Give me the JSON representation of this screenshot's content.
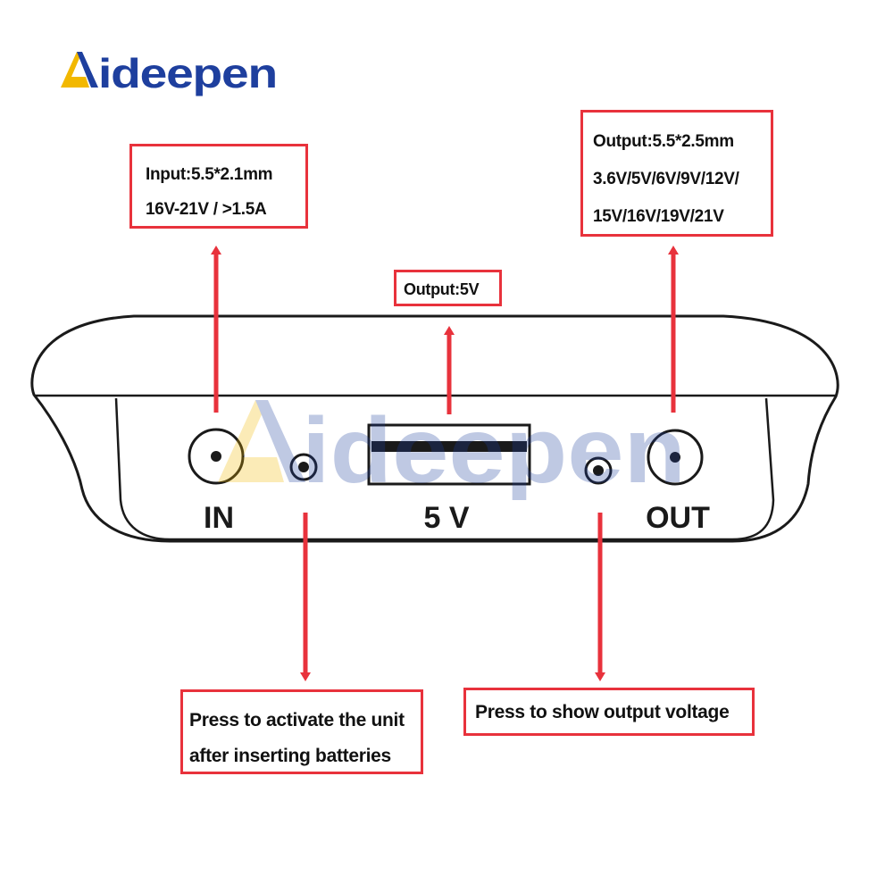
{
  "brand": {
    "logo_text": "Aideepen",
    "watermark_text": "Aideepen",
    "colors": {
      "blue": "#1e3f9e",
      "yellow": "#f2b800"
    }
  },
  "callouts": {
    "input": {
      "line1": "Input:5.5*2.1mm",
      "line2": "16V-21V / >1.5A"
    },
    "output_right": {
      "line1": "Output:5.5*2.5mm",
      "line2": "3.6V/5V/6V/9V/12V/",
      "line3": "15V/16V/19V/21V"
    },
    "usb": {
      "line1": "Output:5V"
    },
    "activate_button": {
      "line1": "Press to activate the unit",
      "line2": "after inserting batteries"
    },
    "show_button": {
      "line1": "Press to show output voltage"
    }
  },
  "device_labels": {
    "in": "IN",
    "usb": "5 V",
    "out": "OUT"
  },
  "colors": {
    "callout_border": "#e8323c",
    "arrow": "#e8323c",
    "outline": "#1a1a1a"
  }
}
